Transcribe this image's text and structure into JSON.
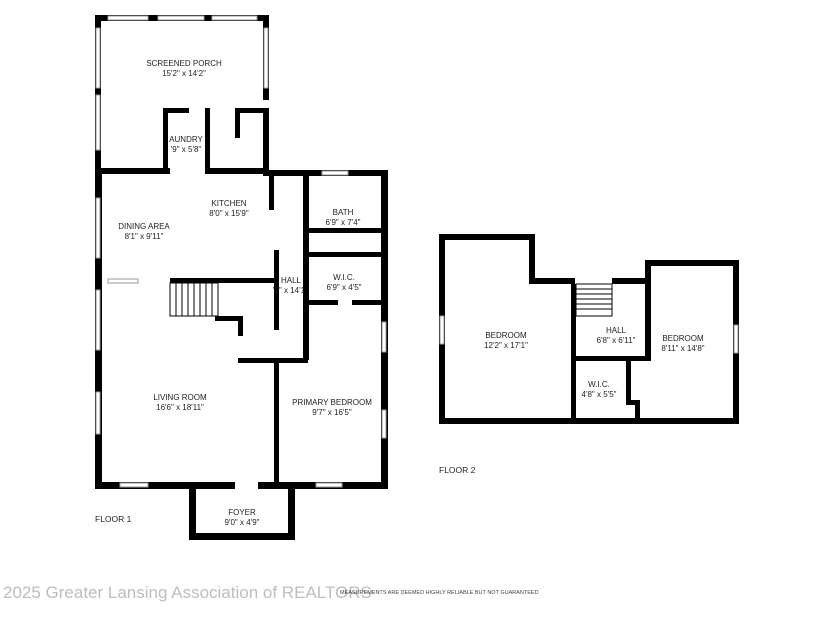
{
  "floors": [
    {
      "key": "floor1",
      "label": "FLOOR 1"
    },
    {
      "key": "floor2",
      "label": "FLOOR 2"
    }
  ],
  "rooms": {
    "screened_porch": {
      "name": "SCREENED PORCH",
      "dims": "15'2\" x 14'2\""
    },
    "laundry": {
      "name": "AUNDRY",
      "dims": "'9\" x 5'8\""
    },
    "kitchen": {
      "name": "KITCHEN",
      "dims": "8'0\" x 15'9\""
    },
    "dining_area": {
      "name": "DINING AREA",
      "dims": "8'1\" x 9'11\""
    },
    "bath": {
      "name": "BATH",
      "dims": "6'9\" x 7'4\""
    },
    "hall1": {
      "name": "HALL",
      "dims": "'7\" x 14'1"
    },
    "wic1": {
      "name": "W.I.C.",
      "dims": "6'9\" x 4'5\""
    },
    "living_room": {
      "name": "LIVING ROOM",
      "dims": "16'6\" x 18'11\""
    },
    "primary_bedroom": {
      "name": "PRIMARY BEDROOM",
      "dims": "9'7\" x 16'5\""
    },
    "foyer": {
      "name": "FOYER",
      "dims": "9'0\" x 4'9\""
    },
    "bedroom_left": {
      "name": "BEDROOM",
      "dims": "12'2\" x 17'1\""
    },
    "hall2": {
      "name": "HALL",
      "dims": "6'8\" x 6'11\""
    },
    "bedroom_right": {
      "name": "BEDROOM",
      "dims": "8'11\" x 14'8\""
    },
    "wic2": {
      "name": "W.I.C.",
      "dims": "4'8\" x 5'5\""
    }
  },
  "watermark": "2025 Greater Lansing Association of REALTORS",
  "disclaimer": "MEASUREMENTS ARE DEEMED HIGHLY RELIABLE BUT NOT GUARANTEED",
  "colors": {
    "wall": "#000000",
    "window": "#9a9a9a",
    "text": "#222222",
    "watermark": "#bdbdbd"
  }
}
